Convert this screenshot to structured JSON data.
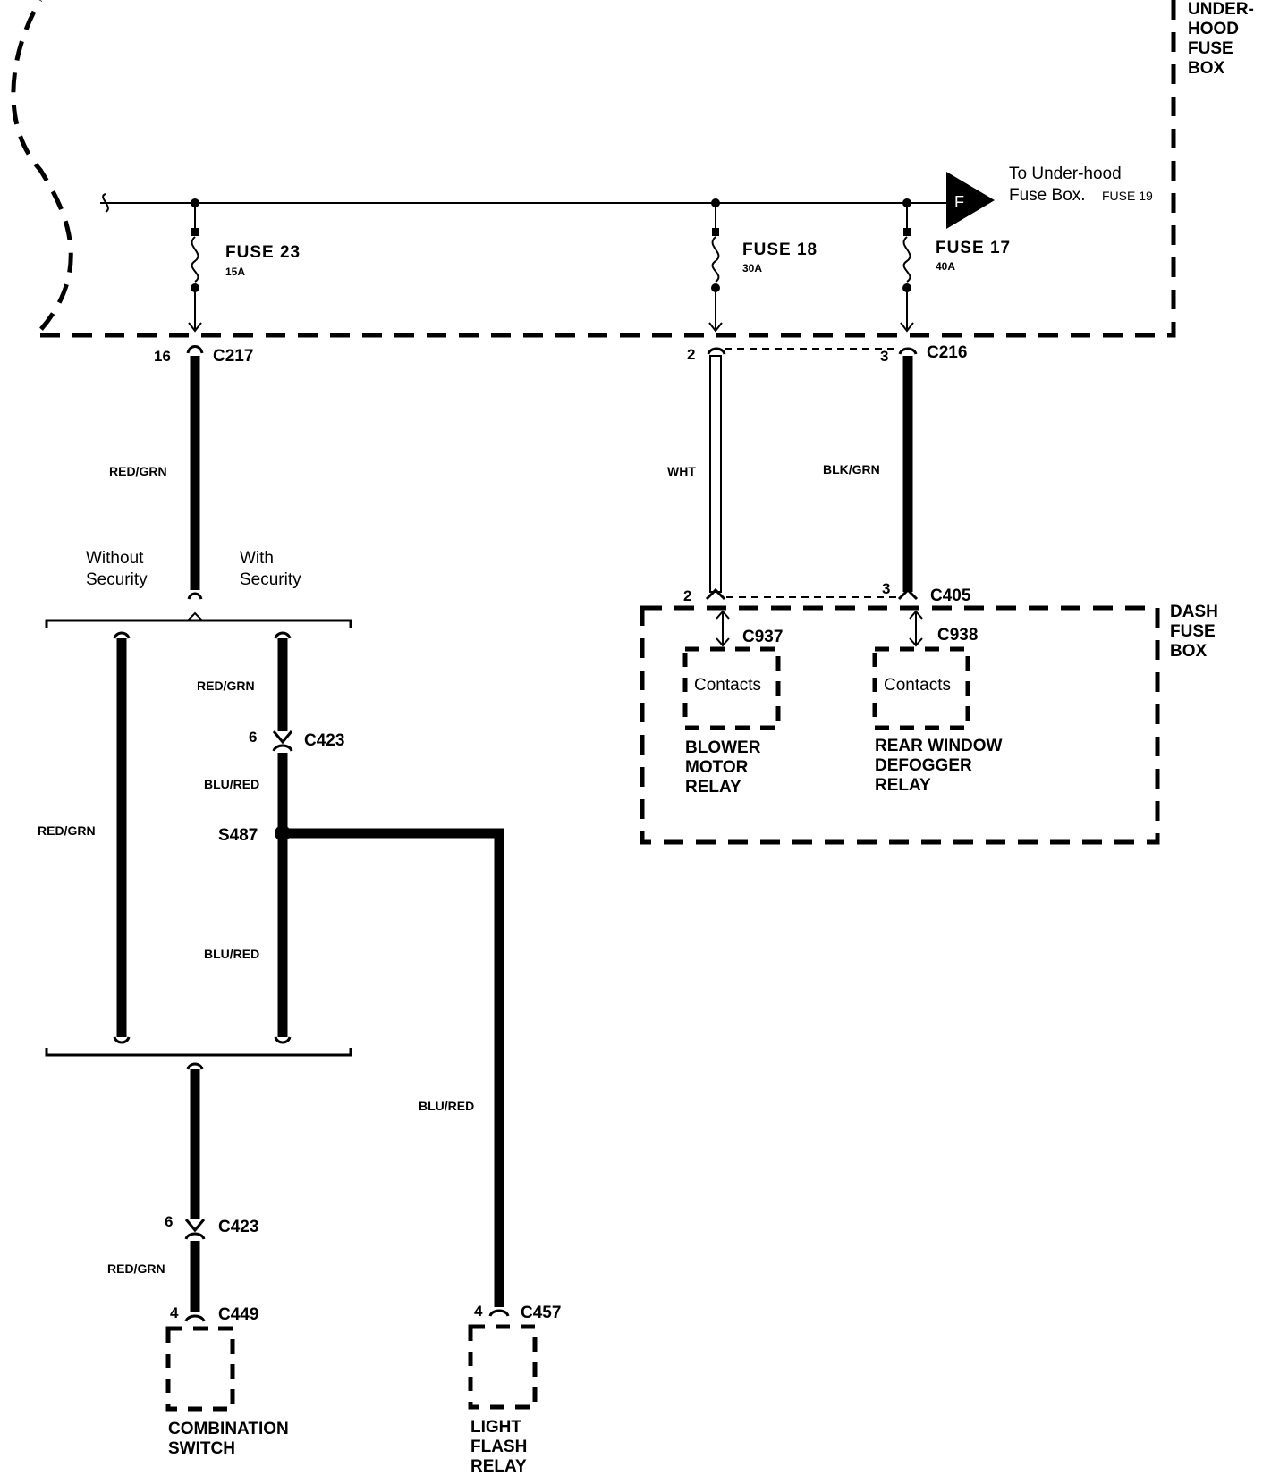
{
  "boxes": {
    "underhood": [
      "UNDER-",
      "HOOD",
      "FUSE",
      "BOX"
    ],
    "dash": [
      "DASH",
      "FUSE",
      "BOX"
    ]
  },
  "feed": {
    "line1": "To Under-hood",
    "line2": "Fuse Box.",
    "fuse_ref": "FUSE 19",
    "symbol": "F"
  },
  "fuses": {
    "f23": {
      "label": "FUSE 23",
      "rating": "15A"
    },
    "f18": {
      "label": "FUSE 18",
      "rating": "30A"
    },
    "f17": {
      "label": "FUSE 17",
      "rating": "40A"
    }
  },
  "connectors": {
    "c217": {
      "name": "C217",
      "pin": "16"
    },
    "c216": {
      "name": "C216",
      "pin_left": "2",
      "pin_right": "3"
    },
    "c405": {
      "name": "C405",
      "pin_left": "2",
      "pin_right": "3"
    },
    "c937": "C937",
    "c938": "C938",
    "c423_upper": {
      "name": "C423",
      "pin": "6"
    },
    "c423_lower": {
      "name": "C423",
      "pin": "6"
    },
    "c449": {
      "name": "C449",
      "pin": "4"
    },
    "c457": {
      "name": "C457",
      "pin": "4"
    },
    "s487": "S487"
  },
  "wires": {
    "w_c217": "RED/GRN",
    "w_wht": "WHT",
    "w_blkgrn": "BLK/GRN",
    "w_without": "RED/GRN",
    "w_with_top": "RED/GRN",
    "w_blured_1": "BLU/RED",
    "w_blured_2": "BLU/RED",
    "w_blured_flash": "BLU/RED",
    "w_bottom": "RED/GRN"
  },
  "options": {
    "without": [
      "Without",
      "Security"
    ],
    "with": [
      "With",
      "Security"
    ]
  },
  "relays": {
    "blower": {
      "contacts": "Contacts",
      "name": [
        "BLOWER",
        "MOTOR",
        "RELAY"
      ]
    },
    "defogger": {
      "contacts": "Contacts",
      "name": [
        "REAR WINDOW",
        "DEFOGGER",
        "RELAY"
      ]
    }
  },
  "components": {
    "combination_switch": [
      "COMBINATION",
      "SWITCH"
    ],
    "light_flash_relay": [
      "LIGHT",
      "FLASH",
      "RELAY"
    ]
  },
  "colors": {
    "ink": "#000000",
    "paper": "#ffffff"
  }
}
